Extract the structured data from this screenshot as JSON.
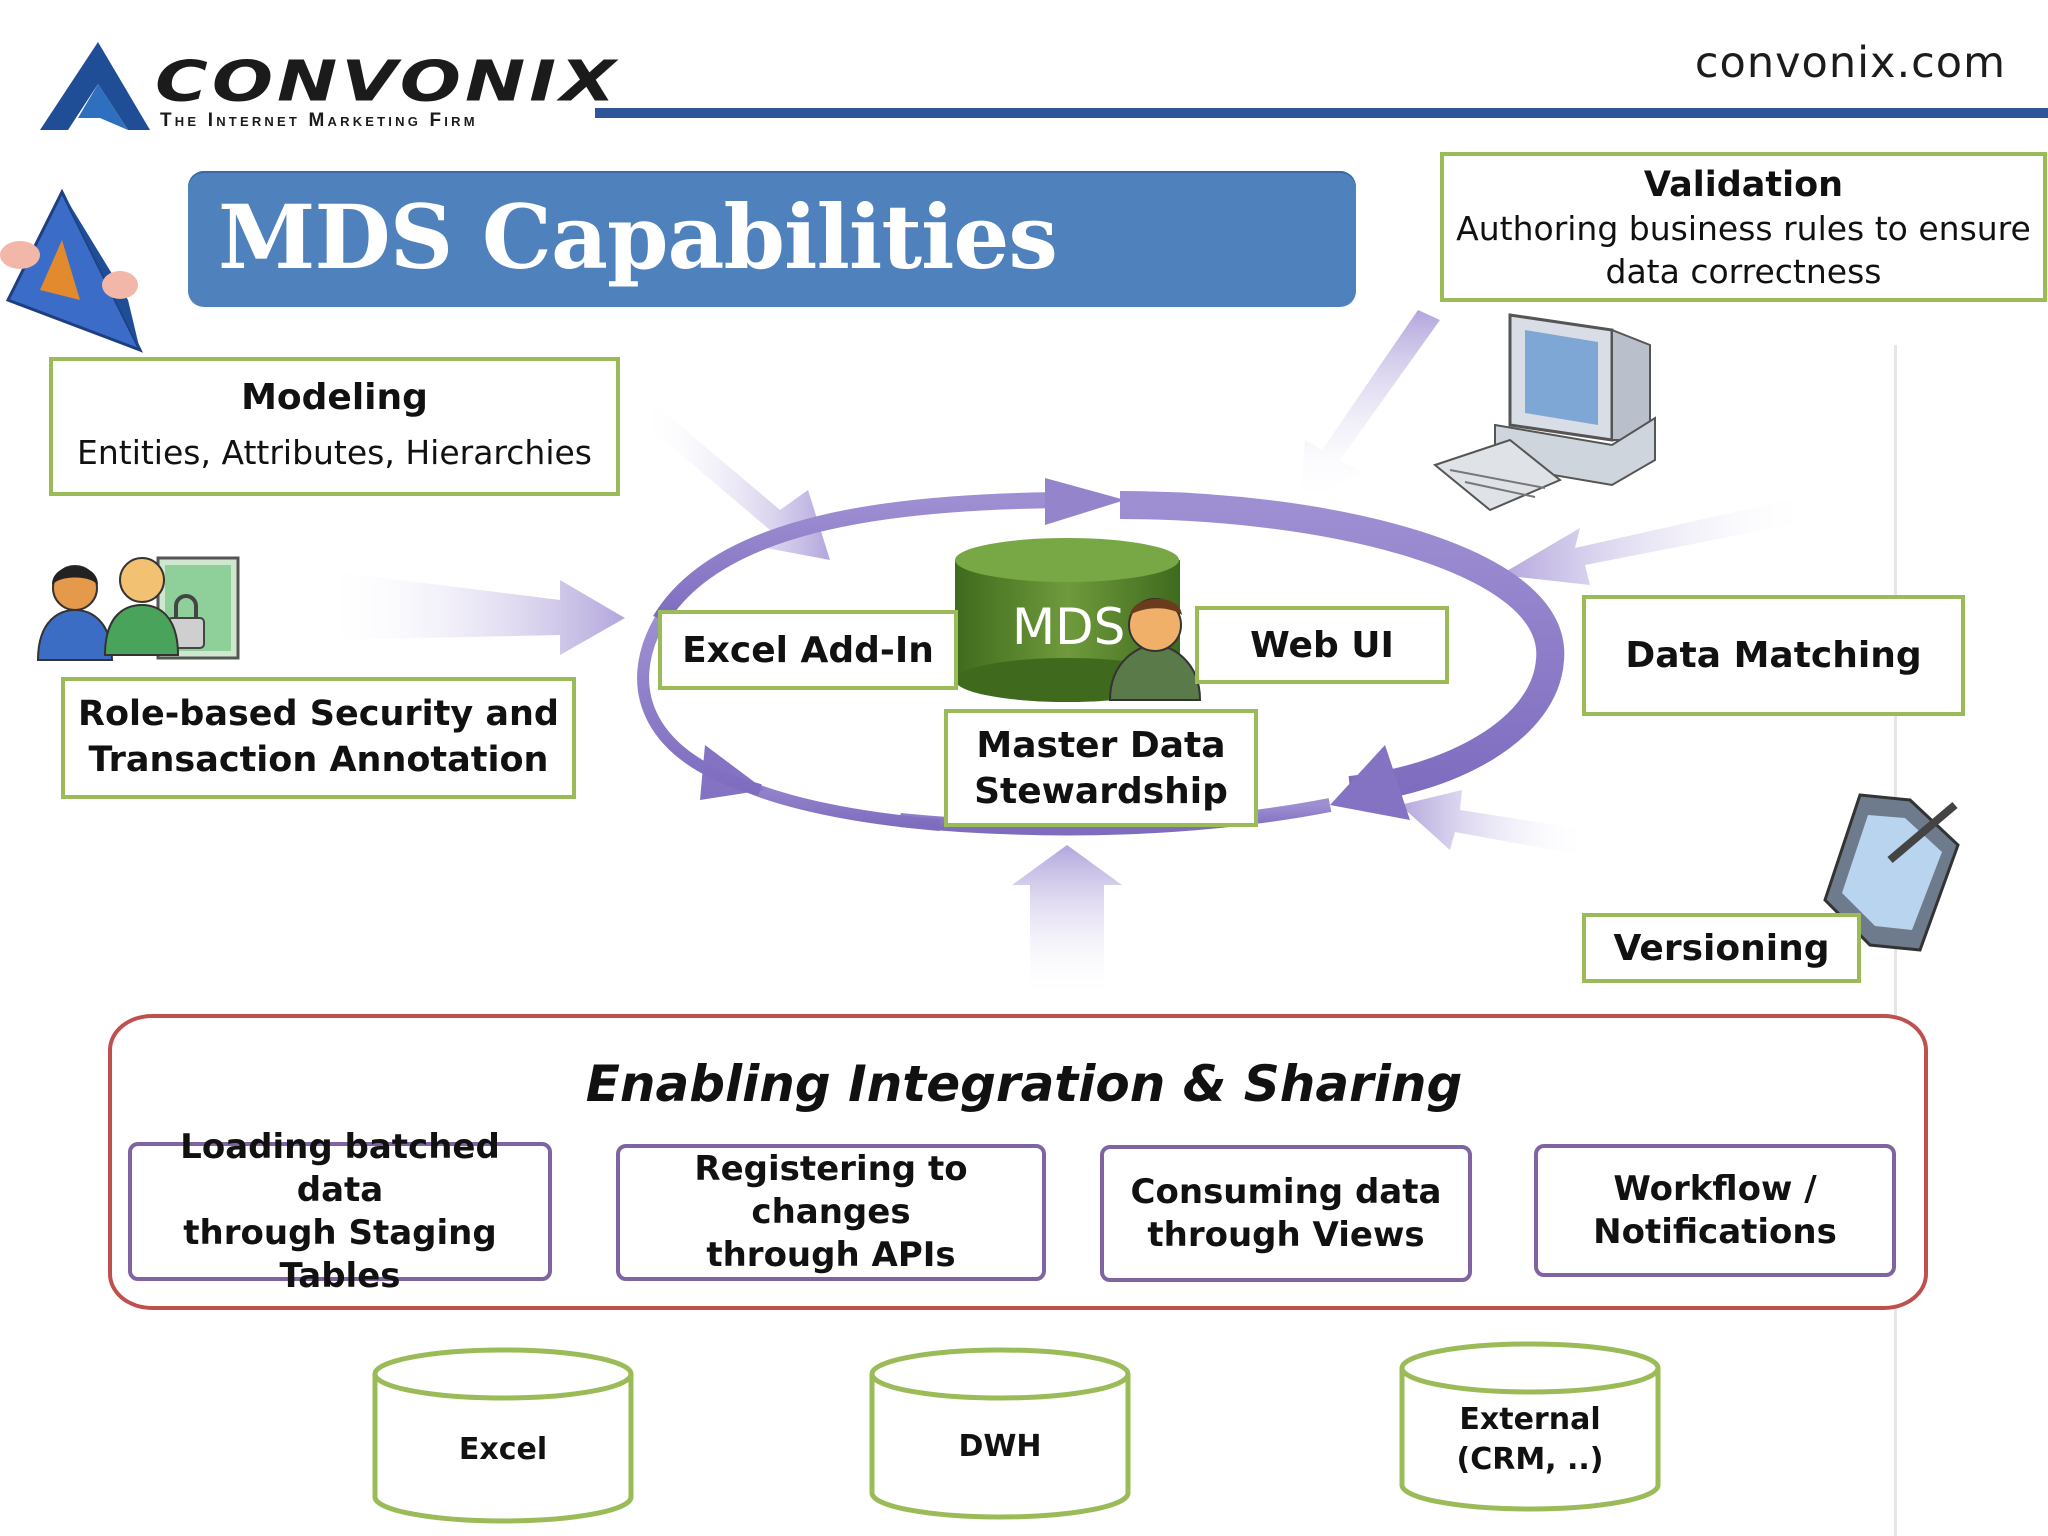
{
  "header": {
    "brand_name": "CONVONIX",
    "brand_tagline": "The Internet Marketing Firm",
    "site": "convonix.com"
  },
  "title": "MDS Capabilities",
  "center": {
    "db_label": "MDS",
    "excel_addin": "Excel Add-In",
    "web_ui": "Web UI",
    "stewardship": [
      "Master Data",
      "Stewardship"
    ]
  },
  "capabilities": {
    "validation": {
      "title": "Validation",
      "desc": [
        "Authoring business rules to ensure",
        "data correctness"
      ]
    },
    "modeling": {
      "title": "Modeling",
      "desc": "Entities, Attributes, Hierarchies"
    },
    "security": [
      "Role-based Security and",
      "Transaction Annotation"
    ],
    "data_matching": "Data Matching",
    "versioning": "Versioning"
  },
  "integration": {
    "title": "Enabling Integration  & Sharing",
    "items": [
      [
        "Loading batched data",
        "through Staging Tables"
      ],
      [
        "Registering to changes",
        "through APIs"
      ],
      [
        "Consuming data",
        "through Views"
      ],
      [
        "Workflow /",
        "Notifications"
      ]
    ]
  },
  "sources": [
    [
      "Excel"
    ],
    [
      "DWH"
    ],
    [
      "External",
      "(CRM, ..)"
    ]
  ],
  "colors": {
    "title_bar": "#4f81bd",
    "green_border": "#9bbb59",
    "purple_border": "#8064a2",
    "red_border": "#c0504d",
    "arrow_purple": "#9b8fcc",
    "header_rule": "#2e5597",
    "db_green": "#4f7a2a"
  },
  "icons": [
    "convonix-logo-icon",
    "prism-shape-icon",
    "users-lock-icon",
    "computer-icon",
    "tablet-pen-icon",
    "steward-person-icon"
  ]
}
